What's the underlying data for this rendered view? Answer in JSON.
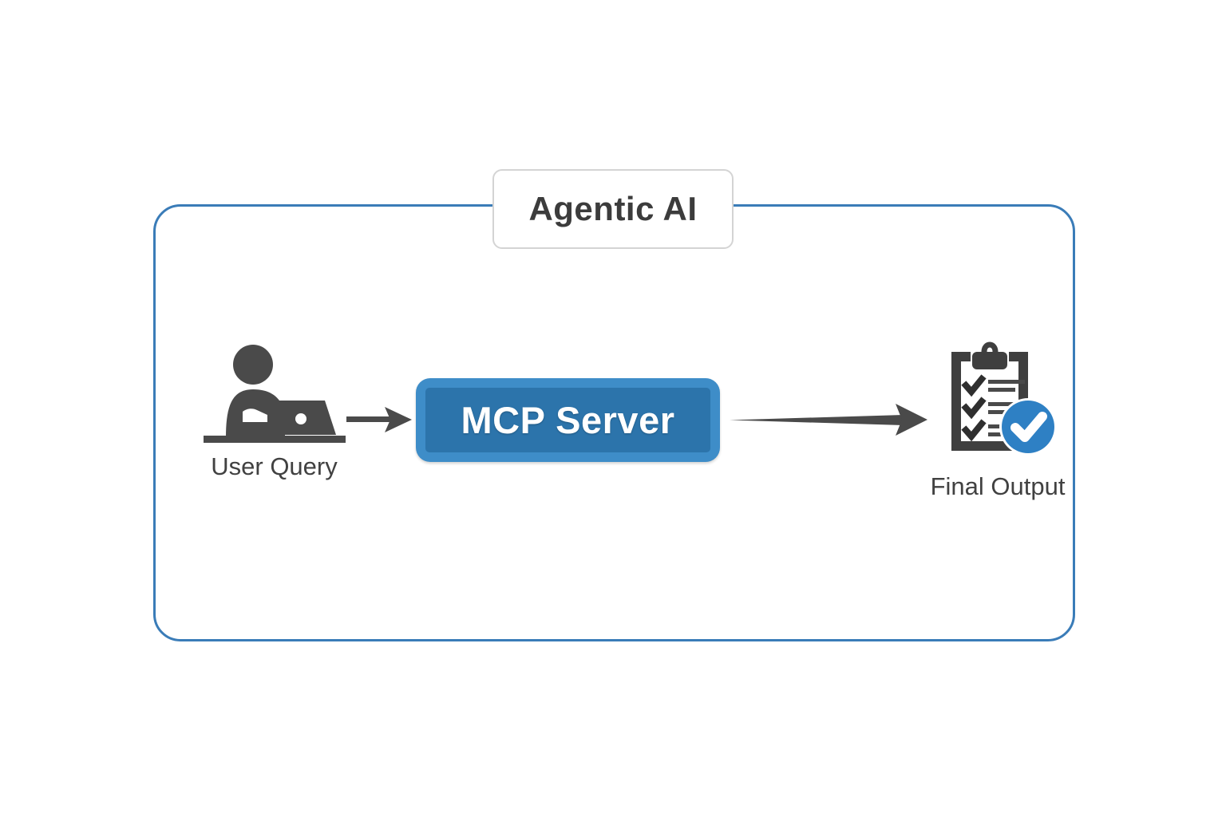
{
  "diagram": {
    "title": "Agentic AI",
    "container": {
      "label": "Agentic AI",
      "border_color": "#3a7cb8",
      "label_border_color": "#d4d4d4",
      "label_text_color": "#3c3c3c"
    },
    "nodes": [
      {
        "id": "user-query",
        "label": "User Query",
        "icon": "person-at-laptop-icon",
        "icon_color": "#4a4a4a",
        "text_color": "#414141"
      },
      {
        "id": "mcp-server",
        "label": "MCP Server",
        "outer_color": "#3e8dc8",
        "inner_color": "#2c74ab",
        "text_color": "#ffffff"
      },
      {
        "id": "final-output",
        "label": "Final Output",
        "icon": "clipboard-checklist-icon",
        "icon_color": "#3f3f3f",
        "badge_color": "#2e80c4",
        "badge_icon": "check-badge-icon",
        "text_color": "#414141"
      }
    ],
    "edges": [
      {
        "id": "user-to-mcp",
        "from": "user-query",
        "to": "mcp-server",
        "style": "solid-arrow",
        "color": "#4a4a4a"
      },
      {
        "id": "mcp-to-output",
        "from": "mcp-server",
        "to": "final-output",
        "style": "tapered-arrow",
        "color": "#4a4a4a"
      }
    ],
    "background": "#ffffff"
  }
}
